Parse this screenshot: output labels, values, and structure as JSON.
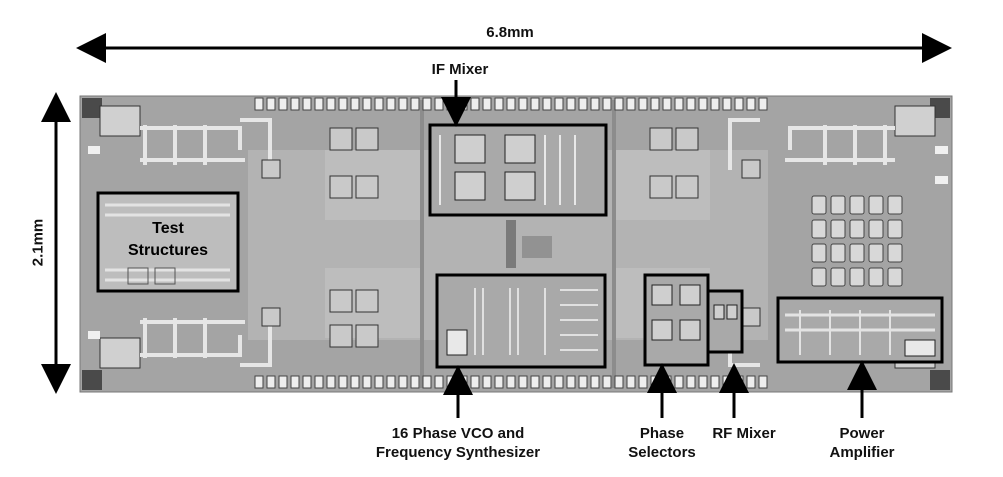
{
  "dimensions": {
    "width_label": "6.8mm",
    "height_label": "2.1mm"
  },
  "labels": {
    "if_mixer": "IF Mixer",
    "test_structures_line1": "Test",
    "test_structures_line2": "Structures",
    "vco_line1": "16 Phase VCO and",
    "vco_line2": "Frequency Synthesizer",
    "phase_selectors_line1": "Phase",
    "phase_selectors_line2": "Selectors",
    "rf_mixer": "RF Mixer",
    "power_amplifier_line1": "Power",
    "power_amplifier_line2": "Amplifier"
  },
  "colors": {
    "die": "#a9a9a9",
    "die_dark": "#6e6e6e",
    "metal": "#d6d6d6",
    "outline": "#000000"
  }
}
